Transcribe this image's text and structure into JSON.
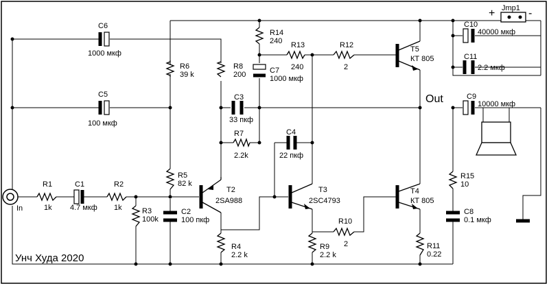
{
  "title": "Унч Худа 2020",
  "labels": {
    "input": "In",
    "output": "Out",
    "jumper": "Jmp1",
    "plus": "+",
    "minus": "-"
  },
  "components": {
    "C6": {
      "ref": "C6",
      "value": "1000 мкф"
    },
    "C5": {
      "ref": "C5",
      "value": "100 мкф"
    },
    "R6": {
      "ref": "R6",
      "value": "39 k"
    },
    "R8": {
      "ref": "R8",
      "value": "200"
    },
    "R14": {
      "ref": "R14",
      "value": "240"
    },
    "R13": {
      "ref": "R13",
      "value": "240"
    },
    "R12": {
      "ref": "R12",
      "value": "2"
    },
    "C7": {
      "ref": "C7",
      "value": "1000 мкф"
    },
    "C3": {
      "ref": "C3",
      "value": "33 пкф"
    },
    "R7": {
      "ref": "R7",
      "value": "2.2k"
    },
    "C4": {
      "ref": "C4",
      "value": "22 пкф"
    },
    "T5": {
      "ref": "T5",
      "value": "КТ 805"
    },
    "C10": {
      "ref": "C10",
      "value": "40000 мкф"
    },
    "C11": {
      "ref": "C11",
      "value": "2.2 мкф"
    },
    "C9": {
      "ref": "C9",
      "value": "10000 мкф"
    },
    "R1": {
      "ref": "R1",
      "value": "1k"
    },
    "C1": {
      "ref": "C1",
      "value": "4.7 мкф"
    },
    "R2": {
      "ref": "R2",
      "value": "1k"
    },
    "R3": {
      "ref": "R3",
      "value": "100k"
    },
    "C2": {
      "ref": "C2",
      "value": "100 пкф"
    },
    "R5": {
      "ref": "R5",
      "value": "82 k"
    },
    "T2": {
      "ref": "T2",
      "value": "2SA988"
    },
    "T3": {
      "ref": "T3",
      "value": "2SC4793"
    },
    "R4": {
      "ref": "R4",
      "value": "2.2 k"
    },
    "R9": {
      "ref": "R9",
      "value": "2.2 k"
    },
    "R10": {
      "ref": "R10",
      "value": "2"
    },
    "T4": {
      "ref": "T4",
      "value": "КТ 805"
    },
    "R11": {
      "ref": "R11",
      "value": "0.22"
    },
    "R15": {
      "ref": "R15",
      "value": "10"
    },
    "C8": {
      "ref": "C8",
      "value": "0.1 мкф"
    }
  }
}
